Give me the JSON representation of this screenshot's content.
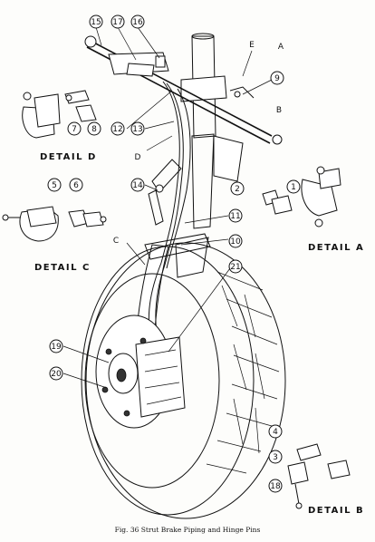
{
  "figure": {
    "caption": "Fig. 36   Strut Brake Piping and Hinge Pins"
  },
  "details": {
    "a": "DETAIL   A",
    "b": "DETAIL   B",
    "c": "DETAIL   C",
    "d": "DETAIL   D"
  },
  "callouts": [
    "1",
    "2",
    "3",
    "4",
    "5",
    "6",
    "7",
    "8",
    "9",
    "10",
    "11",
    "12",
    "13",
    "14",
    "15",
    "16",
    "17",
    "18",
    "19",
    "20",
    "21"
  ],
  "letters": {
    "a": "A",
    "b": "B",
    "c": "C",
    "d": "D",
    "e": "E"
  }
}
